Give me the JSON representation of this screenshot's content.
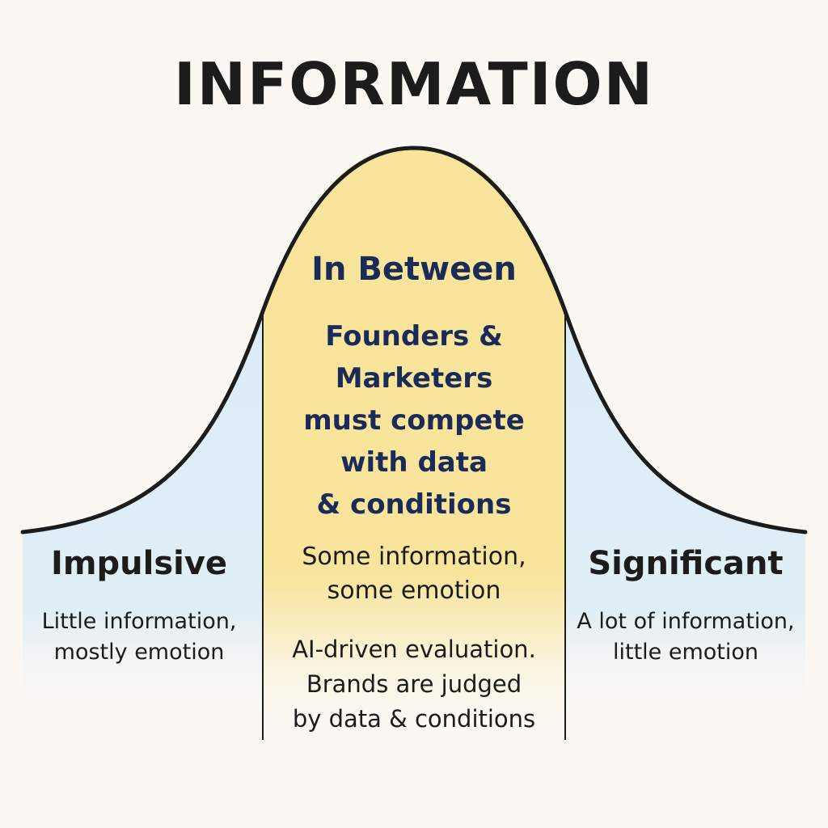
{
  "title": "INFORMATION",
  "center": {
    "heading": "In Between",
    "body": [
      "Founders &",
      "Marketers",
      "must compete",
      "with data",
      "& conditions"
    ],
    "sub": [
      "Some information,",
      "some emotion"
    ],
    "note": [
      "AI-driven evaluation.",
      "Brands are judged",
      "by data & conditions"
    ]
  },
  "left": {
    "heading": "Impulsive",
    "body": [
      "Little information,",
      "mostly emotion"
    ]
  },
  "right": {
    "heading": "Significant",
    "body": [
      "A lot of information,",
      "little emotion"
    ]
  },
  "colors": {
    "background": "#fbf8f3",
    "center_fill": "#f8e49a",
    "side_fill": "#dcecf6",
    "curve": "#1c1c1c",
    "heading_navy": "#1b2b57"
  }
}
